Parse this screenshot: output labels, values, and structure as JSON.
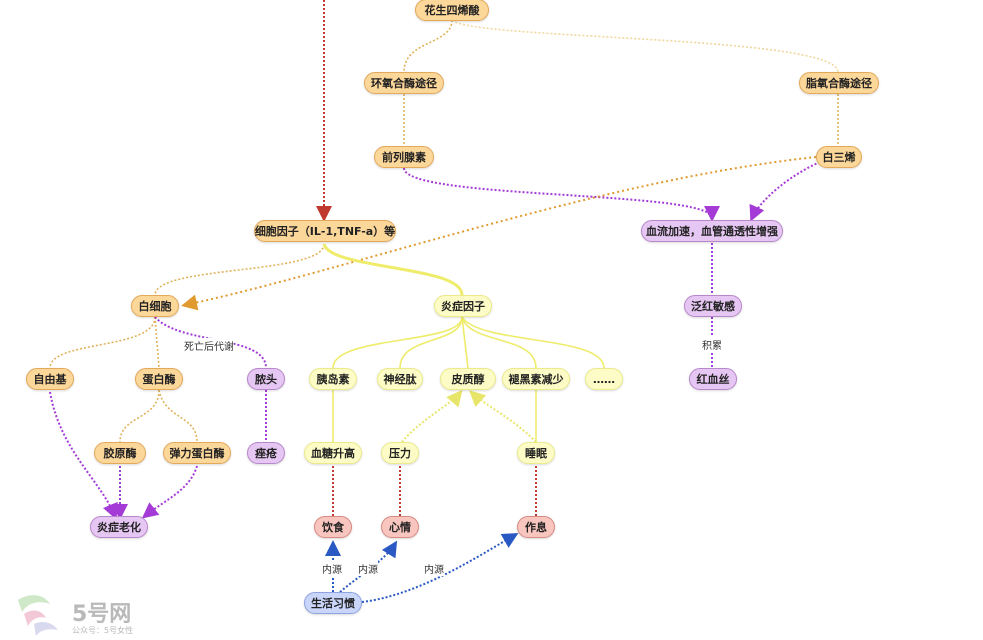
{
  "nodes": {
    "arachidonic": "花生四烯酸",
    "cox": "环氧合酶途径",
    "lox": "脂氧合酶途径",
    "prostaglandin": "前列腺素",
    "leukotriene": "白三烯",
    "cytokine": "细胞因子（IL-1,TNF-a）等",
    "vascular": "血流加速，血管通透性增强",
    "leukocyte": "白细胞",
    "inflam_factor": "炎症因子",
    "flush": "泛红敏感",
    "free_radical": "自由基",
    "protease": "蛋白酶",
    "pus": "脓头",
    "insulin": "胰岛素",
    "neuropeptide": "神经肽",
    "cortisol": "皮质醇",
    "melatonin": "褪黑素减少",
    "etc": "……",
    "red_streak": "红血丝",
    "collagenase": "胶原酶",
    "elastase": "弹力蛋白酶",
    "acne": "痤疮",
    "blood_sugar": "血糖升高",
    "stress": "压力",
    "sleep": "睡眠",
    "aging": "炎症老化",
    "diet": "饮食",
    "mood": "心情",
    "routine": "作息",
    "lifestyle": "生活习惯"
  },
  "edge_labels": {
    "death_metabolism": "死亡后代谢",
    "accumulate": "积累",
    "endogenous_1": "内源",
    "endogenous_2": "内源",
    "endogenous_3": "内源"
  },
  "watermark": {
    "brand": "5号网",
    "sub": "公众号：5号女性"
  },
  "colors": {
    "orange": "#e09a2f",
    "yellow": "#e8e66a",
    "purple": "#a43bd6",
    "red": "#c03a30",
    "blue": "#2b59c3"
  }
}
